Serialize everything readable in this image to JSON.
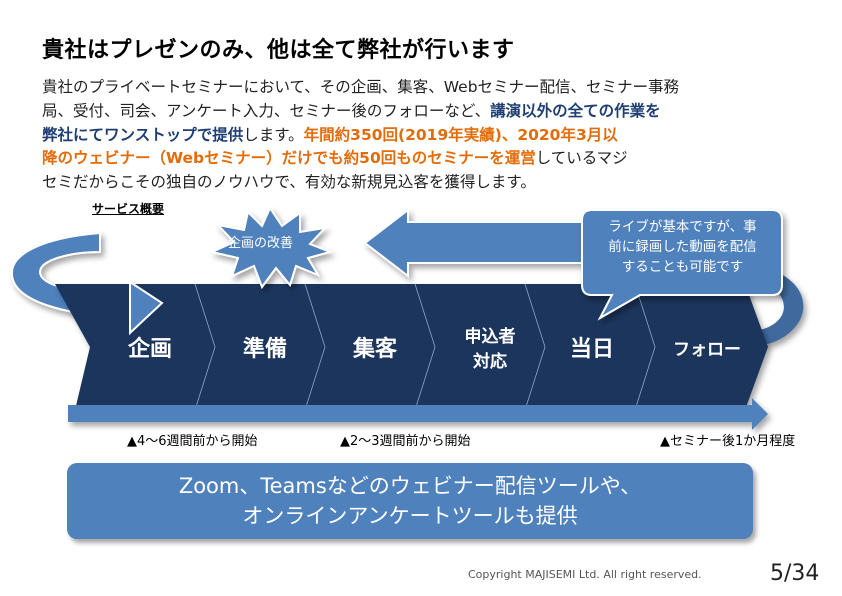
{
  "title": "貴社はプレゼンのみ、他は全て弊社が行います",
  "paragraph": {
    "line1": "貴社のプライベートセミナーにおいて、その企画、集客、Webセミナー配信、セミナー事務",
    "line2_normal": "局、受付、司会、アンケート入力、セミナー後のフォローなど、",
    "line2_blue": "講演以外の全ての作業を",
    "line3_blue": "弊社にてワンストップで提供",
    "line3_normal": "します。",
    "line3_orange": "年間約350回(2019年実績)、2020年3月以",
    "line4_orange": "降のウェビナー（Webセミナー）だけでも約50回ものセミナーを運営",
    "line4_normal": "しているマジ",
    "line5": "セミだからこその独自のノウハウで、有効な新規見込客を獲得します。"
  },
  "service_heading": "サービス概要",
  "burst_label": "企画の改善",
  "callout": [
    "ライブが基本ですが、事",
    "前に録画した動画を配信",
    "することも可能です"
  ],
  "steps": [
    {
      "label1": "企画",
      "label2": ""
    },
    {
      "label1": "準備",
      "label2": ""
    },
    {
      "label1": "集客",
      "label2": ""
    },
    {
      "label1": "申込者",
      "label2": "対応"
    },
    {
      "label1": "当日",
      "label2": ""
    },
    {
      "label1": "フォロー",
      "label2": ""
    }
  ],
  "timeline": [
    "▲4～6週間前から開始",
    "▲2～3週間前から開始",
    "▲セミナー後1か月程度"
  ],
  "banner": [
    "Zoom、Teamsなどのウェビナー配信ツールや、",
    "オンラインアンケートツールも提供"
  ],
  "copyright": "Copyright MAJISEMI Ltd. All right reserved.",
  "page_number": "5/34",
  "colors": {
    "dark_navy": "#1b355c",
    "accent_blue": "#4f81bd",
    "title_blue": "#1f3f73",
    "orange": "#e36c0a"
  }
}
